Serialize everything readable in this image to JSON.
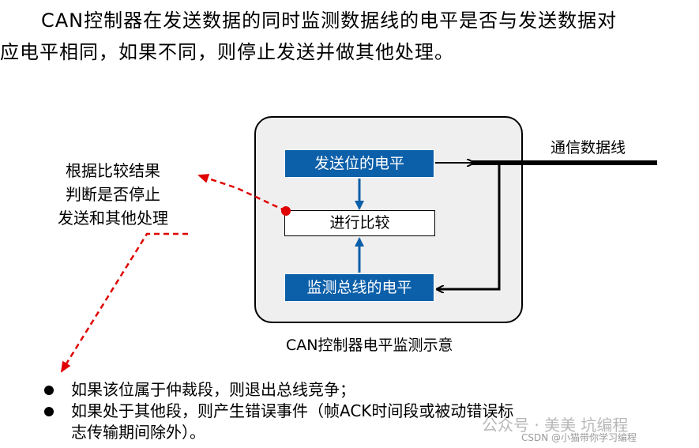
{
  "intro": {
    "line1": "CAN控制器在发送数据的同时监测数据线的电平是否与发送数据对",
    "line2": "应电平相同，如果不同，则停止发送并做其他处理。"
  },
  "diagram": {
    "send_level": "发送位的电平",
    "compare": "进行比较",
    "monitor_level": "监测总线的电平",
    "bus_line": "通信数据线",
    "caption": "CAN控制器电平监测示意",
    "note": [
      "根据比较结果",
      "判断是否停止",
      "发送和其他处理"
    ],
    "colors": {
      "box_blue": "#0c5fa9",
      "arrow_blue": "#0c5fa9",
      "dashed_red": "#e00000",
      "panel_bg": "#efefef"
    }
  },
  "bullets": [
    {
      "line1": "如果该位属于仲裁段，则退出总线竞争；",
      "line2": ""
    },
    {
      "line1": "如果处于其他段，则产生错误事件（帧ACK时间段或被动错误标",
      "line2": "志传输期间除外）。"
    }
  ],
  "watermark": {
    "main": "公众号 · 美美 坑编程",
    "sub": "CSDN @小猫带你学习编程"
  }
}
